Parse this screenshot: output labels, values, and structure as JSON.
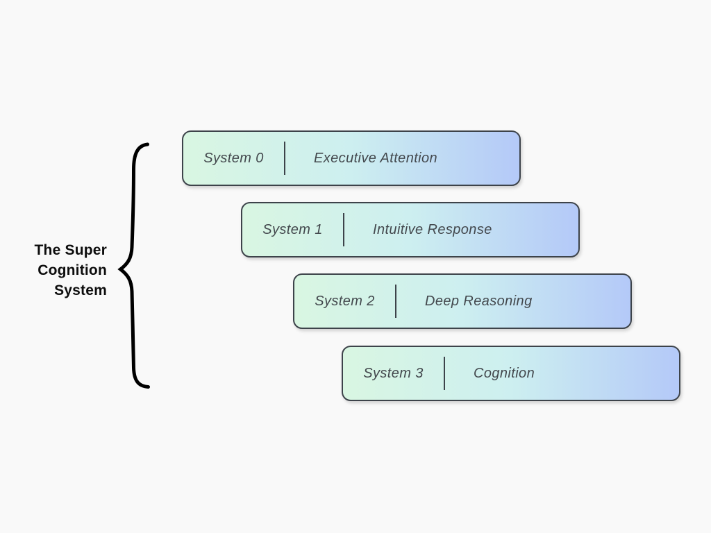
{
  "title": {
    "text": "The Super Cognition System",
    "lines": [
      "The Super",
      "Cognition",
      "System"
    ],
    "color": "#0d0d0d"
  },
  "brace": {
    "icon": "curly-brace-icon",
    "color": "#000000"
  },
  "systems": [
    {
      "name": "System 0",
      "label": "Executive Attention"
    },
    {
      "name": "System 1",
      "label": "Intuitive Response"
    },
    {
      "name": "System 2",
      "label": "Deep Reasoning"
    },
    {
      "name": "System 3",
      "label": "Cognition"
    }
  ],
  "colors": {
    "background": "#f9f9f9",
    "card_gradient_start": "#d9f6e2",
    "card_gradient_mid": "#cdeff0",
    "card_gradient_end": "#b4c9f8",
    "card_border": "#3d434a",
    "card_text": "#43484d"
  }
}
